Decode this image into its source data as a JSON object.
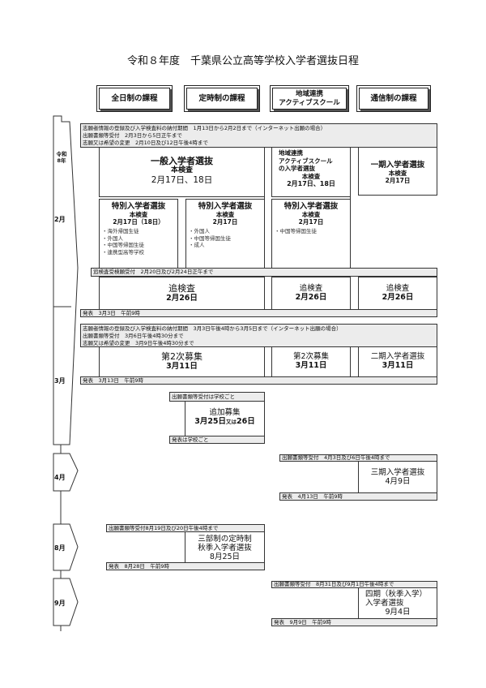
{
  "title": "令和８年度　千葉県公立高等学校入学者選抜日程",
  "columns": [
    "全日制の課程",
    "定時制の課程",
    "地域連携\nアクティブスクール",
    "通信制の課程"
  ],
  "timeline": {
    "year": "令和\n8年",
    "months": [
      "2月",
      "3月",
      "4月",
      "8月",
      "9月"
    ]
  },
  "feb": {
    "band": [
      "志願者情報の登録及び入学検査料の納付期間　1月13日から2月2日まで（インターネット出願の場合）",
      "出願書類等受付　2月3日から5日正午まで",
      "志願又は希望の変更　2月10日及び12日午後4時まで"
    ],
    "general": {
      "title": "一般入学者選抜",
      "sub": "本検査",
      "date": "2月17日、18日"
    },
    "regional": {
      "title": "地域連携\nアクティブスクール\nの入学者選抜",
      "sub": "本検査",
      "date": "2月17日、18日"
    },
    "first": {
      "title": "一期入学者選抜",
      "sub": "本検査",
      "date": "2月17日"
    },
    "special": [
      {
        "title": "特別入学者選抜",
        "sub": "本検査",
        "date": "2月17日（18日）",
        "items": [
          "・海外帰国生徒",
          "・外国人",
          "・中国等帰国生徒",
          "・連携型高等学校"
        ]
      },
      {
        "title": "特別入学者選抜",
        "sub": "本検査",
        "date": "2月17日",
        "items": [
          "・外国人",
          "・中国等帰国生徒",
          "・成人"
        ]
      },
      {
        "title": "特別入学者選抜",
        "sub": "本検査",
        "date": "2月17日",
        "items": [
          "・中国等帰国生徒"
        ]
      }
    ],
    "makeup_band": "追検査受検願受付　2月20日及び2月24日正午まで",
    "makeup": [
      {
        "title": "追検査",
        "date": "2月26日"
      },
      {
        "title": "追検査",
        "date": "2月26日"
      },
      {
        "title": "追検査",
        "date": "2月26日"
      }
    ],
    "announce": "発表　3月3日　午前9時"
  },
  "mar": {
    "band": [
      "志願者情報の登録及び入学検査料の納付期間　3月3日午後4時から3月5日まで（インターネット出願の場合）",
      "出願書類等受付　3月6日午後4時30分まで",
      "志願又は希望の変更　3月9日午後4時30分まで"
    ],
    "second": [
      {
        "title": "第2次募集",
        "date": "3月11日"
      },
      {
        "title": "第2次募集",
        "date": "3月11日"
      },
      {
        "title": "二期入学者選抜",
        "date": "3月11日"
      }
    ],
    "announce": "発表　3月13日　午前9時",
    "extra_band": "出願書類等受付は学校ごと",
    "extra": {
      "title": "追加募集",
      "date": "3月25日",
      "or": "又は",
      "date2": "26日"
    },
    "extra_announce": "発表は学校ごと"
  },
  "apr": {
    "band": "出願書類等受付　4月3日及び6日午後4時まで",
    "title": "三期入学者選抜",
    "date": "4月9日",
    "announce": "発表　4月13日　午前9時"
  },
  "aug": {
    "band": "出願書類等受付8月19日及び20日午後4時まで",
    "title": "三部制の定時制\n秋季入学者選抜",
    "date": "8月25日",
    "announce": "発表　8月28日　午前9時"
  },
  "sep": {
    "band": "出願書類等受付　8月31日及び9月1日午後4時まで",
    "title": "四期（秋季入学）\n入学者選抜",
    "date": "9月4日",
    "announce": "発表　9月9日　午前9時"
  }
}
